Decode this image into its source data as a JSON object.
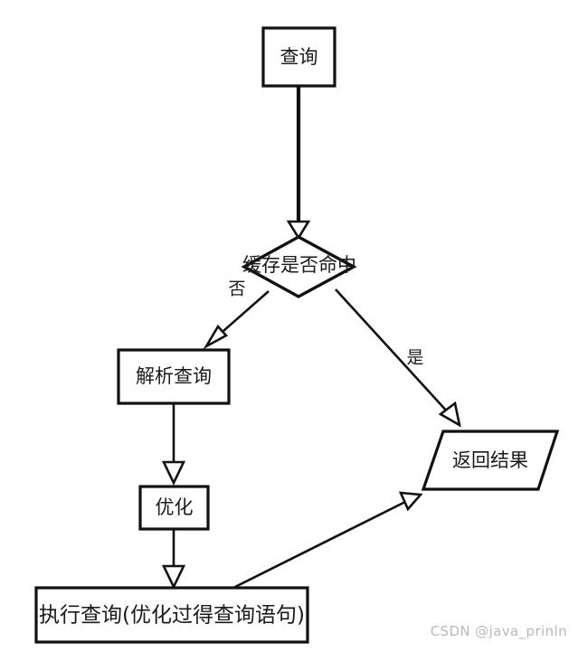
{
  "diagram": {
    "title_text": "",
    "background_color": "#ffffff",
    "stroke_color": "#111111",
    "nodes": {
      "query": {
        "label": "查询",
        "shape": "rectangle"
      },
      "cache_decision": {
        "label": "缓存是否命中",
        "shape": "diamond"
      },
      "parse_query": {
        "label": "解析查询",
        "shape": "rectangle"
      },
      "optimize": {
        "label": "优化",
        "shape": "rectangle"
      },
      "execute_query": {
        "label": "执行查询(优化过得查询语句)",
        "shape": "rectangle"
      },
      "return_result": {
        "label": "返回结果",
        "shape": "parallelogram"
      }
    },
    "edges": {
      "query_to_decision": {
        "label": ""
      },
      "decision_to_parse": {
        "label": "否"
      },
      "decision_to_return": {
        "label": "是"
      },
      "parse_to_optimize": {
        "label": ""
      },
      "optimize_to_execute": {
        "label": ""
      },
      "execute_to_return": {
        "label": ""
      }
    }
  },
  "watermark": {
    "text": "CSDN @java_prinln",
    "color": "#b9b9b9"
  }
}
